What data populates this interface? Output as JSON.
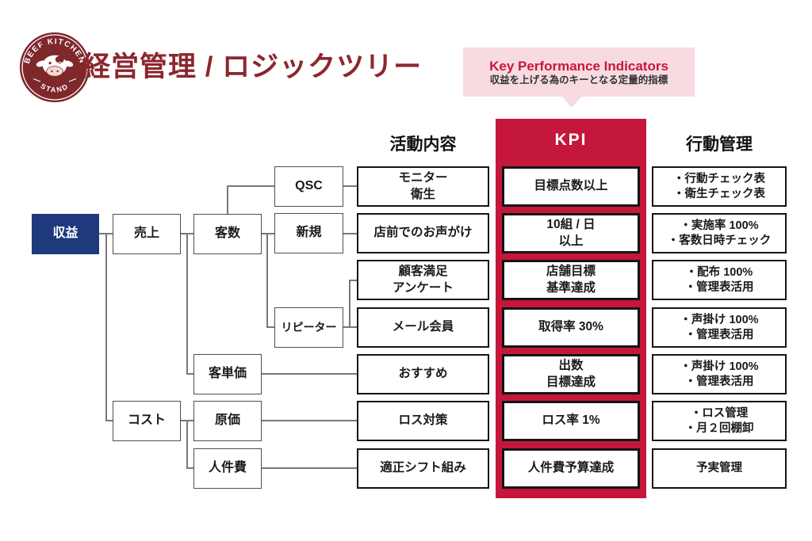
{
  "title": {
    "text": "経営管理 / ロジックツリー",
    "color": "#8c262e"
  },
  "logo": {
    "arc_top": "BEEF KITCHEN",
    "arc_bottom": "STAND",
    "badge_color": "#7e282c"
  },
  "kpi_callout": {
    "heading": "Key Performance Indicators",
    "subtitle": "収益を上げる為のキーとなる定量的指標",
    "bg": "#f7dbe1",
    "heading_color": "#c9163c"
  },
  "columns": {
    "activity": "活動内容",
    "kpi": "KPI",
    "action": "行動管理"
  },
  "colors": {
    "kpi_band": "#c4173b",
    "root_box": "#1e3a7d",
    "title_maroon": "#8c262e"
  },
  "tree": {
    "root": {
      "label": "収益"
    },
    "nodes": {
      "uriage": "売上",
      "cost": "コスト",
      "kyakusu": "客数",
      "kyakutanka": "客単価",
      "genka": "原価",
      "jinkenhi": "人件費",
      "qsc": "QSC",
      "shinki": "新規",
      "repeater": "リピーター"
    }
  },
  "rows": [
    {
      "activity": "モニター\n衛生",
      "kpi": "目標点数以上",
      "action": "・行動チェック表\n・衛生チェック表"
    },
    {
      "activity": "店前でのお声がけ",
      "kpi": "10組 / 日\n以上",
      "action": "・実施率 100%\n・客数日時チェック"
    },
    {
      "activity": "顧客満足\nアンケート",
      "kpi": "店舗目標\n基準達成",
      "action": "・配布 100%\n・管理表活用"
    },
    {
      "activity": "メール会員",
      "kpi": "取得率 30%",
      "action": "・声掛け 100%\n・管理表活用"
    },
    {
      "activity": "おすすめ",
      "kpi": "出数\n目標達成",
      "action": "・声掛け 100%\n・管理表活用"
    },
    {
      "activity": "ロス対策",
      "kpi": "ロス率 1%",
      "action": "・ロス管理\n・月２回棚卸"
    },
    {
      "activity": "適正シフト組み",
      "kpi": "人件費予算達成",
      "action": "予実管理"
    }
  ]
}
